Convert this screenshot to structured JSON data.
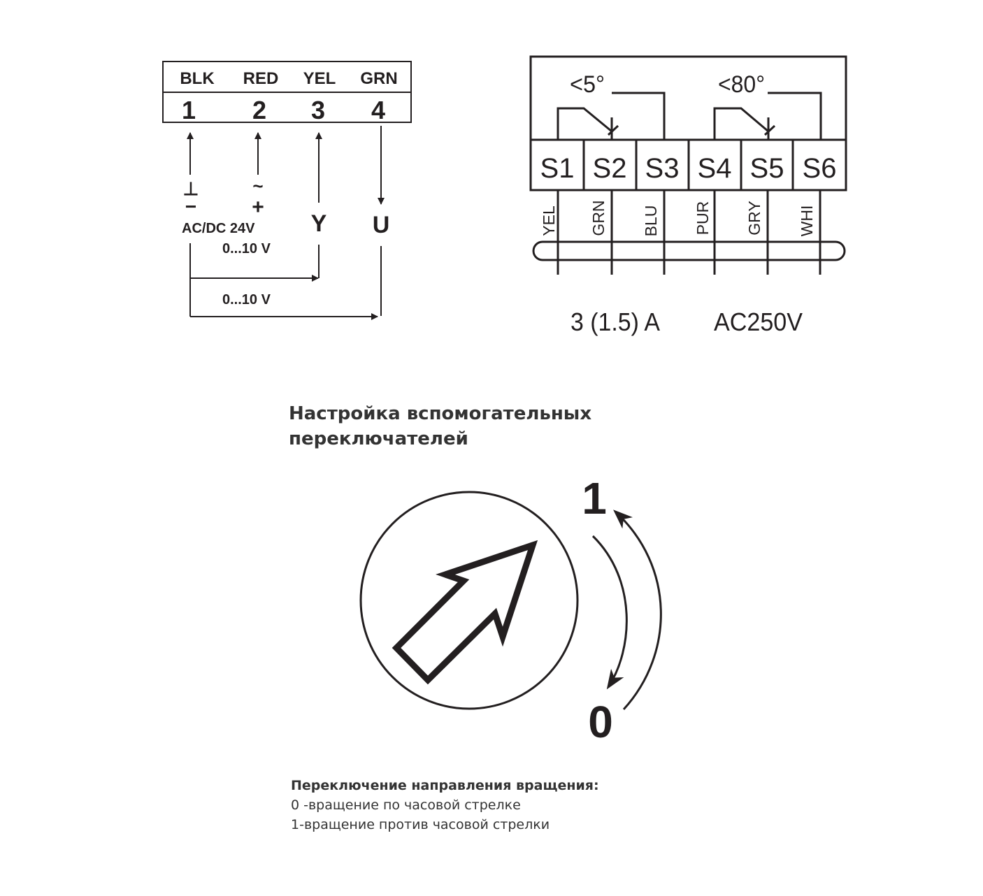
{
  "actuator_terminals": {
    "colors": [
      "BLK",
      "RED",
      "YEL",
      "GRN"
    ],
    "numbers": [
      "1",
      "2",
      "3",
      "4"
    ],
    "symbols": {
      "ground": "⊥",
      "minus": "−",
      "tilde": "~",
      "plus": "+",
      "y": "Y",
      "u": "U"
    },
    "supply_label": "AC/DC 24V",
    "signal_y_range": "0...10 V",
    "signal_u_range": "0...10 V"
  },
  "aux_switches": {
    "angle_1": "<5°",
    "angle_2": "<80°",
    "terminals": [
      "S1",
      "S2",
      "S3",
      "S4",
      "S5",
      "S6"
    ],
    "wire_colors": [
      "YEL",
      "GRN",
      "BLU",
      "PUR",
      "GRY",
      "WHI"
    ],
    "current_rating": "3 (1.5) A",
    "voltage_rating": "AC250V"
  },
  "switch_setting": {
    "heading_line1": "Настройка вспомогательных",
    "heading_line2": "переключателей",
    "position_1": "1",
    "position_0": "0"
  },
  "rotation_notes": {
    "title": "Переключение направления вращения:",
    "line_0": "0 -вращение по часовой стрелке",
    "line_1": "1-вращение против часовой стрелки"
  }
}
